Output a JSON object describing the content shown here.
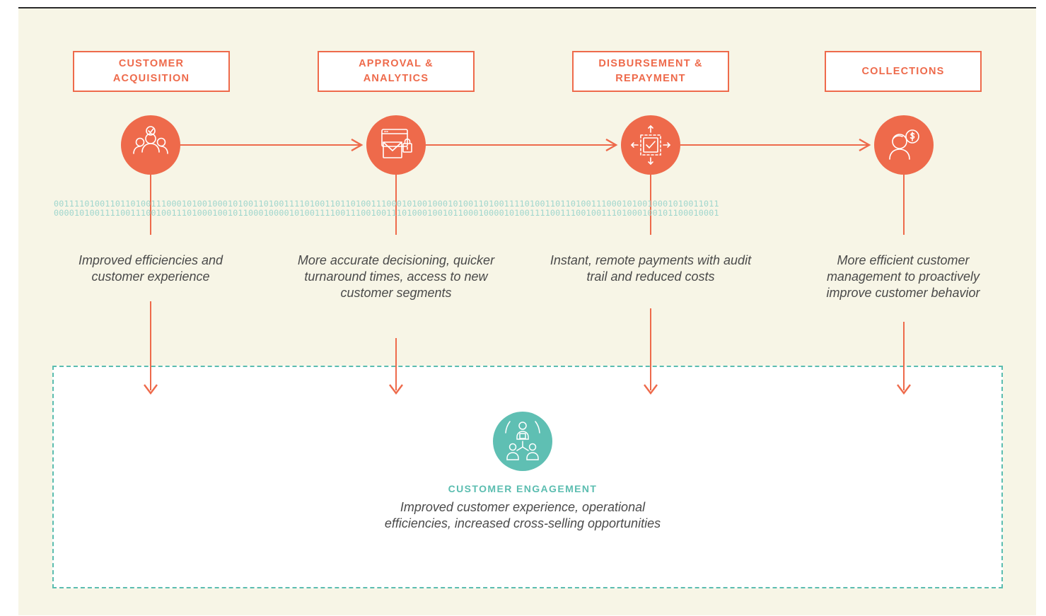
{
  "stages": [
    {
      "label": "CUSTOMER\nACQUISITION",
      "outcome": "Improved efficiencies and customer experience",
      "icon": "group-check-icon"
    },
    {
      "label": "APPROVAL &\nANALYTICS",
      "outcome": "More accurate decisioning, quicker turnaround times, access to new customer segments",
      "icon": "browser-mail-lock-icon"
    },
    {
      "label": "DISBURSEMENT &\nREPAYMENT",
      "outcome": "Instant, remote payments with audit trail and reduced costs",
      "icon": "document-arrows-icon"
    },
    {
      "label": "COLLECTIONS",
      "outcome": "More efficient customer management to proactively improve customer behavior",
      "icon": "person-dollar-icon"
    }
  ],
  "binary": {
    "line1": "0011110100110110100111000101001000101001101001111010011011010011100010100100010100110100111101001101101001110001010010001010011011",
    "line2": "0000101001111001110010011101000100101100010000101001111001110010011101000100101100010000101001111001110010011101000100101100010001"
  },
  "engagement": {
    "title": "CUSTOMER ENGAGEMENT",
    "description": "Improved customer experience, operational efficiencies, increased cross-selling opportunities",
    "icon": "team-network-icon"
  },
  "colors": {
    "accent": "#ee6a4b",
    "teal": "#5bbdb0",
    "panel": "#f7f5e6"
  }
}
